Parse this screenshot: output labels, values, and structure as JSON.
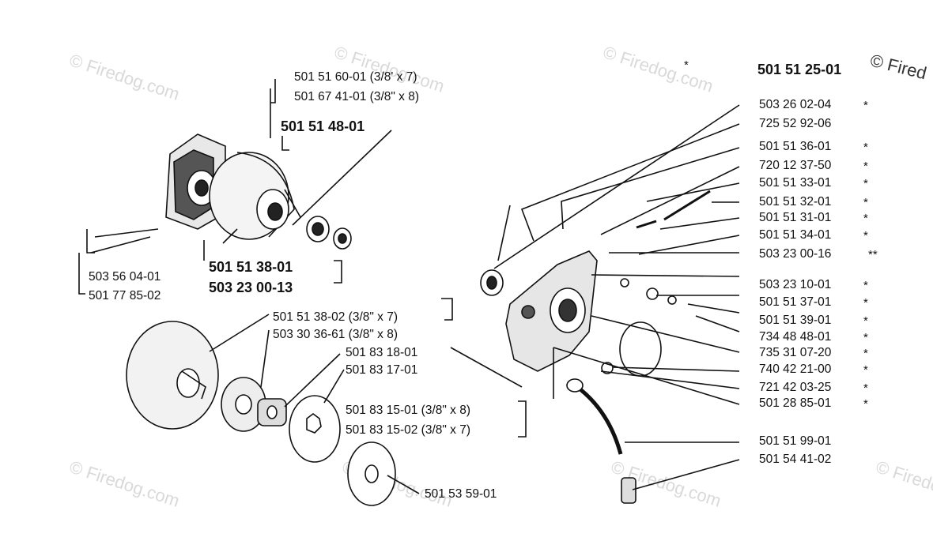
{
  "watermark": "© Firedog.com",
  "watermark_top_right": "© Fired",
  "header": {
    "part_number": "501 51 25-01",
    "marker": "*"
  },
  "left_top": {
    "clutch_ratio_a": "501 51 60-01 (3/8' x 7)",
    "clutch_ratio_b": "501 67 41-01 (3/8\" x 8)",
    "clutch_assembly": "501 51 48-01",
    "part_a": "501 51 38-01",
    "part_b": "503 23 00-13",
    "part_c": "503 56 04-01",
    "part_d": "501 77 85-02"
  },
  "left_bottom": {
    "drum_a": "501 51 38-02 (3/8\" x 7)",
    "drum_b": "503 30 36-61 (3/8\" x 8)",
    "bearing_a": "501 83 18-01",
    "bearing_b": "501 83 17-01",
    "sprocket_a": "501 83 15-01 (3/8\" x 8)",
    "sprocket_b": "501 83 15-02 (3/8\" x 7)",
    "washer": "501 53 59-01"
  },
  "right_parts": [
    {
      "num": "503 26 02-04",
      "mark": "*"
    },
    {
      "num": "725 52 92-06",
      "mark": ""
    },
    {
      "num": "501 51 36-01",
      "mark": "*"
    },
    {
      "num": "720 12 37-50",
      "mark": "*"
    },
    {
      "num": "501 51 33-01",
      "mark": "*"
    },
    {
      "num": "501 51 32-01",
      "mark": "*"
    },
    {
      "num": "501 51 31-01",
      "mark": "*"
    },
    {
      "num": "501 51 34-01",
      "mark": "*"
    },
    {
      "num": "503 23 00-16",
      "mark": "**"
    },
    {
      "num": "503 23 10-01",
      "mark": "*"
    },
    {
      "num": "501 51 37-01",
      "mark": "*"
    },
    {
      "num": "501 51 39-01",
      "mark": "*"
    },
    {
      "num": "734 48 48-01",
      "mark": "*"
    },
    {
      "num": "735 31 07-20",
      "mark": "*"
    },
    {
      "num": "740 42 21-00",
      "mark": "*"
    },
    {
      "num": "721 42 03-25",
      "mark": "*"
    },
    {
      "num": "501 28 85-01",
      "mark": "*"
    },
    {
      "num": "501 51 99-01",
      "mark": ""
    },
    {
      "num": "501 54 41-02",
      "mark": ""
    }
  ]
}
